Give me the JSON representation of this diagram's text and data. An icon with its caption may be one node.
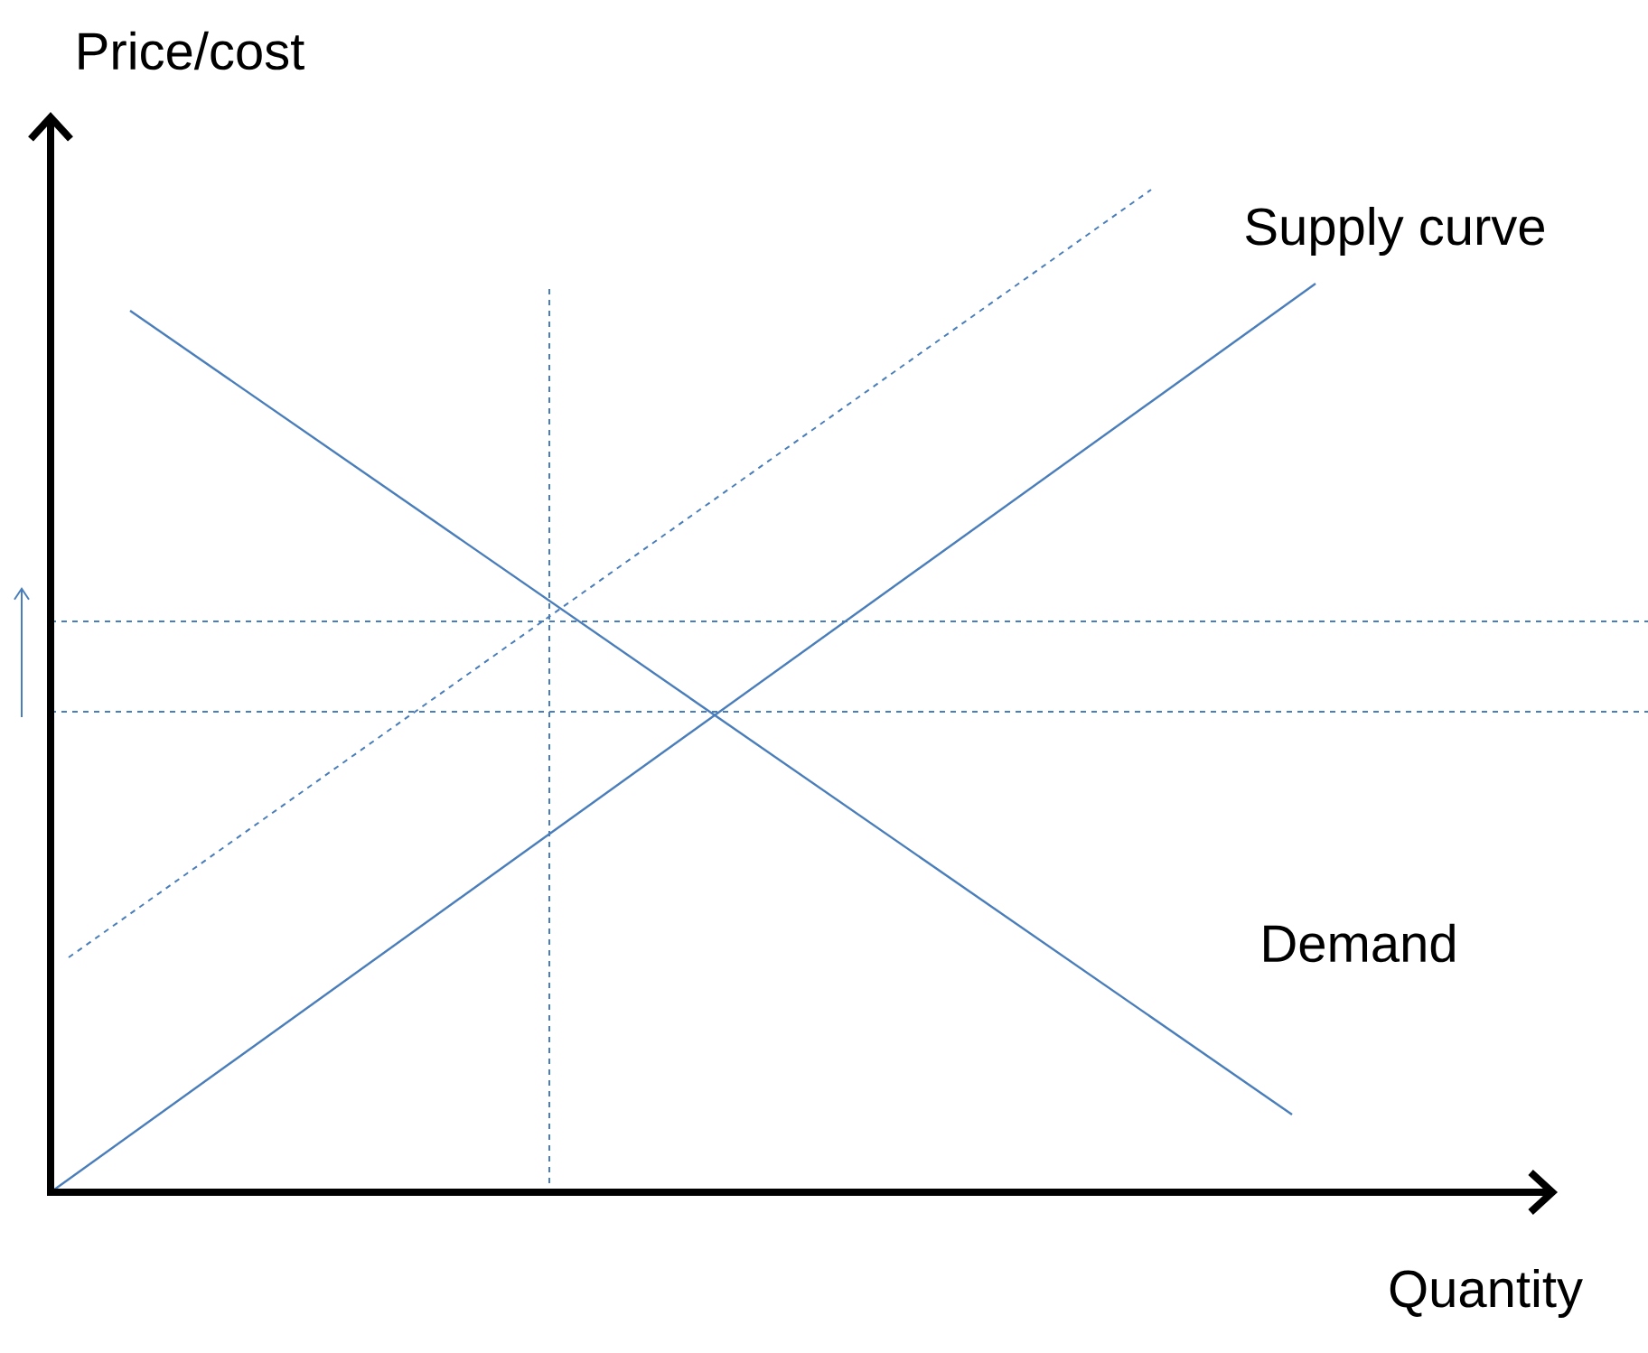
{
  "diagram": {
    "labels": [
      "Price/cost",
      "Supply curve",
      "Demand",
      "Quantity"
    ]
  }
}
